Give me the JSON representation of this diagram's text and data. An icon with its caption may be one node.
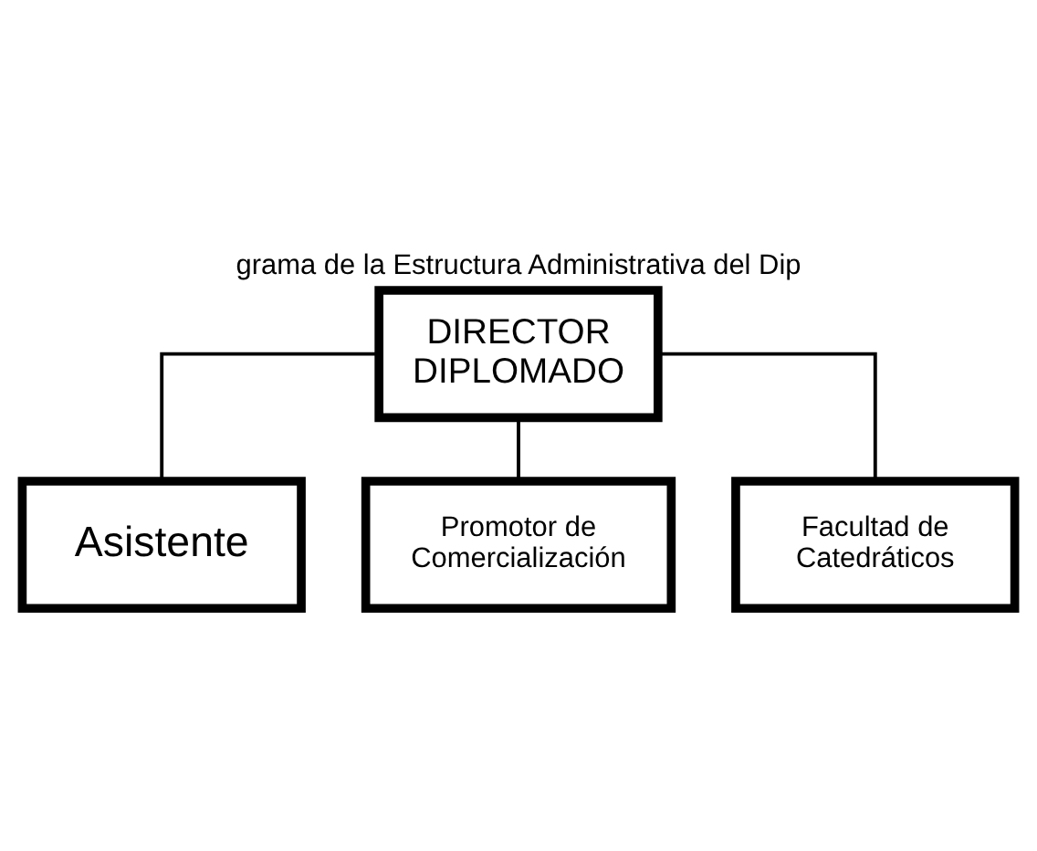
{
  "diagram": {
    "title": "grama de la Estructura Administrativa del Dip",
    "nodes": [
      {
        "text": [
          "DIRECTOR DIPLOMADO"
        ]
      },
      {
        "text": [
          "Asistente"
        ]
      },
      {
        "text": [
          "Promotor de Comercialización"
        ]
      },
      {
        "text": [
          "Facultad de Catedráticos"
        ]
      }
    ],
    "edges": [
      {
        "from": 0,
        "to": 1,
        "arrow": "none"
      },
      {
        "from": 0,
        "to": 2,
        "arrow": "none"
      },
      {
        "from": 0,
        "to": 3,
        "arrow": "none"
      }
    ]
  }
}
